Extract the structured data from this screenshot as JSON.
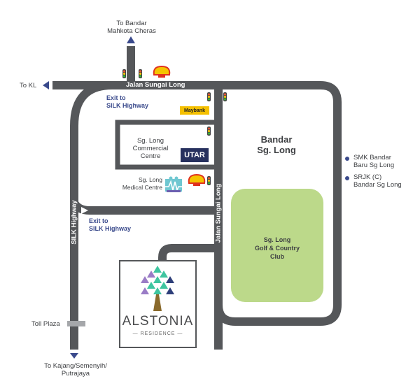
{
  "destinations": {
    "north": [
      "To Bandar",
      "Mahkota Cheras"
    ],
    "west": "To KL",
    "south": [
      "To Kajang/Semenyih/",
      "Putrajaya"
    ]
  },
  "roads": {
    "top": "Jalan Sungai Long",
    "vertical": "Jalan Sungai Long",
    "highway": "SILK Highway"
  },
  "exits": {
    "upper": [
      "Exit to",
      "SILK Highway"
    ],
    "lower": [
      "Exit to",
      "SILK Highway"
    ]
  },
  "places": {
    "commercial": [
      "Sg. Long",
      "Commercial",
      "Centre"
    ],
    "medical": [
      "Sg. Long",
      "Medical Centre"
    ],
    "bandar": [
      "Bandar",
      "Sg. Long"
    ],
    "golf": [
      "Sg. Long",
      "Golf & Country",
      "Club"
    ],
    "toll": "Toll Plaza"
  },
  "schools": [
    {
      "lines": [
        "SMK Bandar",
        "Baru Sg Long"
      ]
    },
    {
      "lines": [
        "SRJK (C)",
        "Bandar Sg Long"
      ]
    }
  ],
  "brands": {
    "maybank": "Maybank",
    "utar": "UTAR",
    "alstonia": "ALSTONIA",
    "alstonia_sub": "RESIDENCE"
  },
  "colors": {
    "road": "#55575a",
    "golf": "#bcd98a",
    "accent_blue": "#3a4a8c",
    "maybank": "#f5c000",
    "utar": "#26305e"
  }
}
